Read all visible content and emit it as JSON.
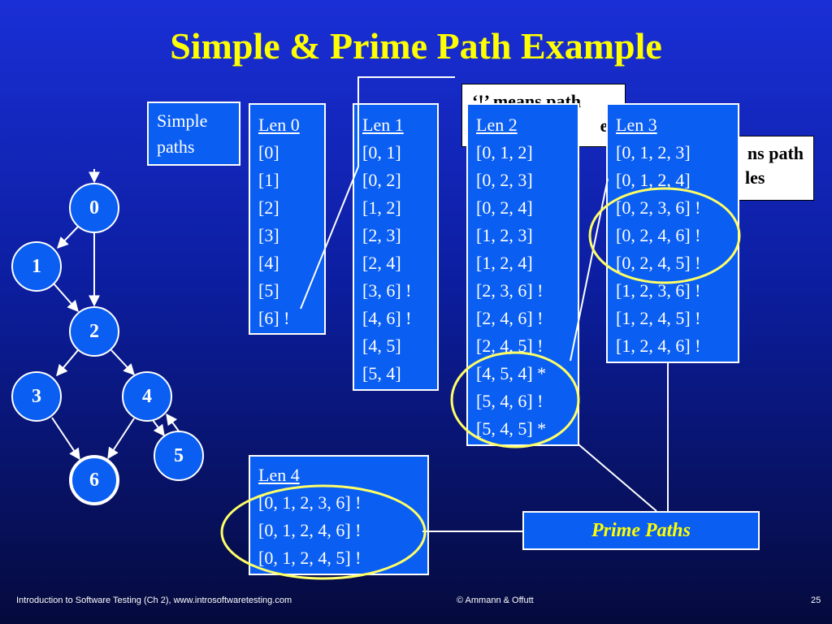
{
  "title": "Simple & Prime Path Example",
  "simple_label": [
    "Simple",
    "paths"
  ],
  "note_bang": "‘!’ means path terminates",
  "note_star": "‘*’ means path cycles",
  "note_visible_1": [
    "‘!’ means path",
    "es"
  ],
  "note_visible_2": [
    "ns path",
    "les"
  ],
  "graph": {
    "nodes": [
      "0",
      "1",
      "2",
      "3",
      "4",
      "5",
      "6"
    ],
    "edges": [
      [
        "0",
        "1"
      ],
      [
        "0",
        "2"
      ],
      [
        "1",
        "2"
      ],
      [
        "2",
        "3"
      ],
      [
        "2",
        "4"
      ],
      [
        "3",
        "6"
      ],
      [
        "4",
        "6"
      ],
      [
        "4",
        "5"
      ],
      [
        "5",
        "4"
      ]
    ],
    "initial": "0",
    "final": "6"
  },
  "len0": {
    "header": "Len 0",
    "paths": [
      "[0]",
      "[1]",
      "[2]",
      "[3]",
      "[4]",
      "[5]",
      "[6] !"
    ]
  },
  "len1": {
    "header": "Len 1",
    "paths": [
      "[0, 1]",
      "[0, 2]",
      "[1, 2]",
      "[2, 3]",
      "[2, 4]",
      "[3, 6] !",
      "[4, 6] !",
      "[4, 5]",
      "[5, 4]"
    ]
  },
  "len2": {
    "header": "Len 2",
    "paths": [
      "[0, 1, 2]",
      "[0, 2, 3]",
      "[0, 2, 4]",
      "[1, 2, 3]",
      "[1, 2, 4]",
      "[2, 3, 6] !",
      "[2, 4, 6] !",
      "[2, 4, 5] !",
      "[4, 5, 4] *",
      "[5, 4, 6] !",
      "[5, 4, 5] *"
    ]
  },
  "len3": {
    "header": "Len 3",
    "paths": [
      "[0, 1, 2, 3]",
      "[0, 1, 2, 4]",
      "[0, 2, 3, 6] !",
      "[0, 2, 4, 6] !",
      "[0, 2, 4, 5] !",
      "[1, 2, 3, 6] !",
      "[1, 2, 4, 5] !",
      "[1, 2, 4, 6] !"
    ]
  },
  "len4": {
    "header": "Len 4",
    "paths": [
      "[0, 1, 2, 3, 6] !",
      "[0, 1, 2, 4, 6] !",
      "[0, 1, 2, 4, 5] !"
    ]
  },
  "prime_label": "Prime Paths",
  "footer": {
    "left": "Introduction to Software Testing  (Ch 2), www.introsoftwaretesting.com",
    "center": "© Ammann & Offutt",
    "page": "25"
  },
  "colors": {
    "title": "#ffff00",
    "box": "#0a5ef2",
    "highlight": "#ffff66"
  }
}
